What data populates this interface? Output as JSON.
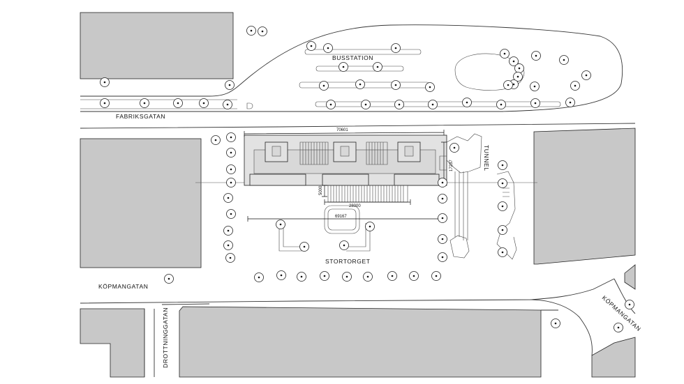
{
  "labels": {
    "busstation": "BUSSTATION",
    "fabriksgatan": "FABRIKSGATAN",
    "tunnel": "TUNNEL",
    "stortorget": "STORTORGET",
    "kopmangatan_left": "KÖPMANGATAN",
    "kopmangatan_right": "KÖPMANGATAN",
    "drottninggatan": "DROTTNINGGATAN"
  },
  "dimensions": {
    "width_top": "70601",
    "depth_right": "17237",
    "offset_left": "5000",
    "width_mid": "28000",
    "width_plaza": "69167"
  },
  "colors": {
    "building_fill": "#c8c8c8",
    "line": "#222222",
    "background": "#ffffff"
  }
}
